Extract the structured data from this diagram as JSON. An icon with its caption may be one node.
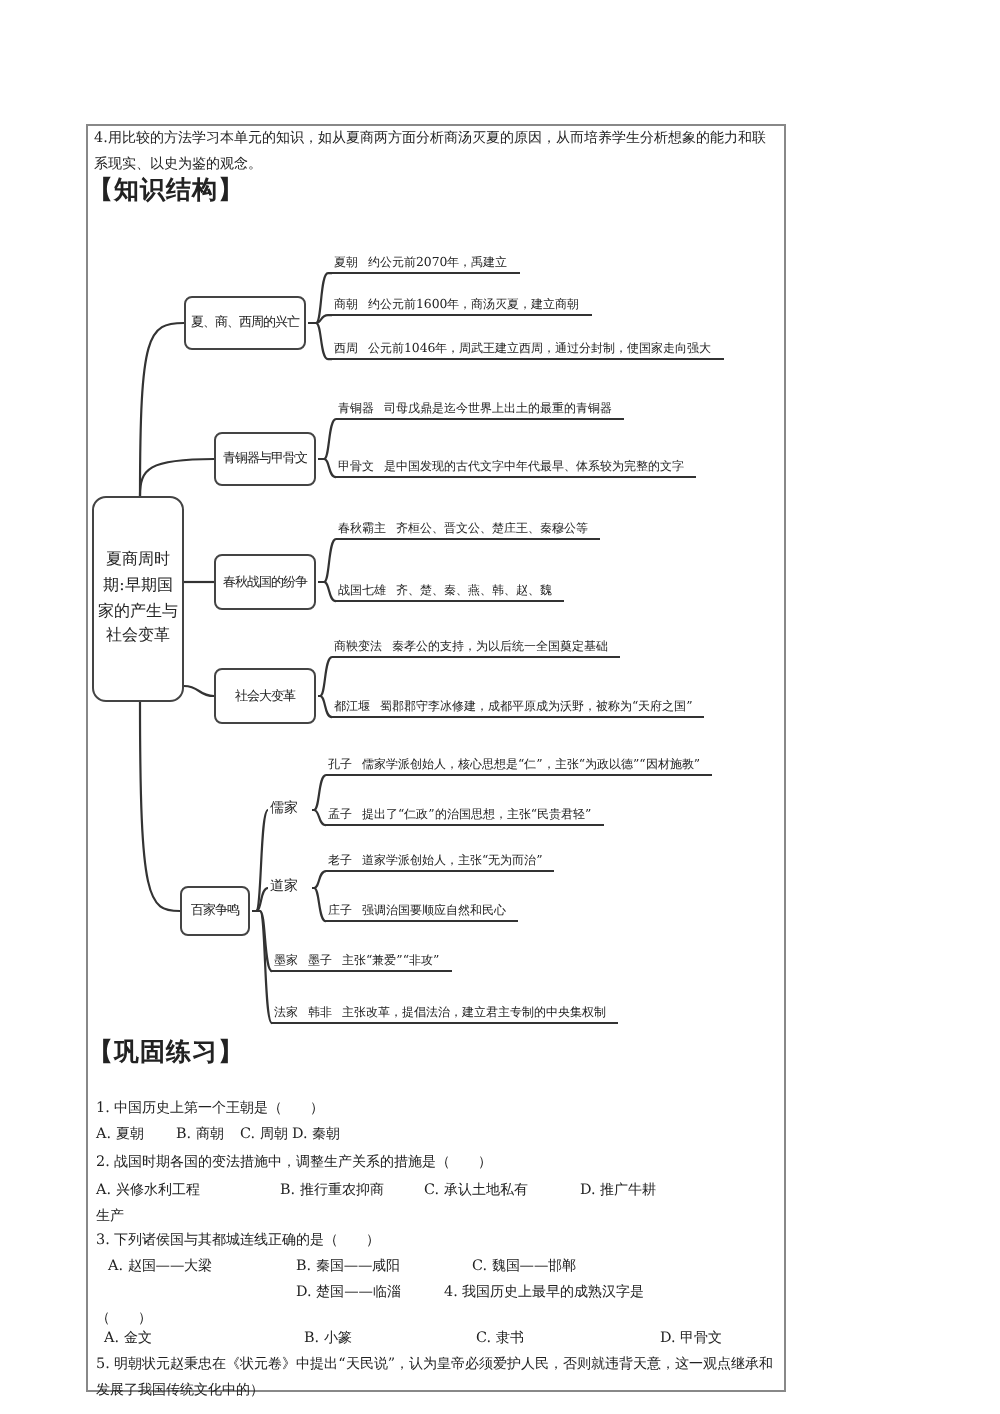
{
  "diagram": {
    "title": "【知识结构】",
    "nodes": [
      {
        "text": [
          "夏商周时期:早期国家的产生与社会变革"
        ]
      },
      {
        "text": [
          "夏、商、西周的兴亡"
        ]
      },
      {
        "text": [
          "青铜器与甲骨文"
        ]
      },
      {
        "text": [
          "春秋战国的纷争"
        ]
      },
      {
        "text": [
          "社会大变革"
        ]
      },
      {
        "text": [
          "百家争鸣"
        ]
      },
      {
        "text": [
          "夏朝",
          "约公元前2070年，禹建立"
        ]
      },
      {
        "text": [
          "商朝",
          "约公元前1600年，商汤灭夏，建立商朝"
        ]
      },
      {
        "text": [
          "西周",
          "公元前1046年，周武王建立西周，通过分封制，使国家走向强大"
        ]
      },
      {
        "text": [
          "青铜器",
          "司母戊鼎是迄今世界上出土的最重的青铜器"
        ]
      },
      {
        "text": [
          "甲骨文",
          "是中国发现的古代文字中年代最早、体系较为完整的文字"
        ]
      },
      {
        "text": [
          "春秋霸主",
          "齐桓公、晋文公、楚庄王、秦穆公等"
        ]
      },
      {
        "text": [
          "战国七雄",
          "齐、楚、秦、燕、韩、赵、魏"
        ]
      },
      {
        "text": [
          "商鞅变法",
          "秦孝公的支持，为以后统一全国奠定基础"
        ]
      },
      {
        "text": [
          "都江堰",
          "蜀郡郡守李冰修建，成都平原成为沃野，被称为“天府之国”"
        ]
      },
      {
        "text": [
          "儒家"
        ]
      },
      {
        "text": [
          "孔子",
          "儒家学派创始人，核心思想是“仁”，主张“为政以德”“因材施教”"
        ]
      },
      {
        "text": [
          "孟子",
          "提出了“仁政”的治国思想，主张“民贵君轻”"
        ]
      },
      {
        "text": [
          "道家"
        ]
      },
      {
        "text": [
          "老子",
          "道家学派创始人，主张“无为而治”"
        ]
      },
      {
        "text": [
          "庄子",
          "强调治国要顺应自然和民心"
        ]
      },
      {
        "text": [
          "墨家",
          "墨子",
          "主张“兼爱”“非攻”"
        ]
      },
      {
        "text": [
          "法家",
          "韩非",
          "主张改革，提倡法治，建立君主专制的中央集权制"
        ]
      }
    ],
    "edges": [
      {
        "from": 0,
        "to": 1,
        "arrow": "none"
      },
      {
        "from": 0,
        "to": 2,
        "arrow": "none"
      },
      {
        "from": 0,
        "to": 3,
        "arrow": "none"
      },
      {
        "from": 0,
        "to": 4,
        "arrow": "none"
      },
      {
        "from": 0,
        "to": 5,
        "arrow": "none"
      },
      {
        "from": 1,
        "to": 6,
        "arrow": "none"
      },
      {
        "from": 1,
        "to": 7,
        "arrow": "none"
      },
      {
        "from": 1,
        "to": 8,
        "arrow": "none"
      },
      {
        "from": 2,
        "to": 9,
        "arrow": "none"
      },
      {
        "from": 2,
        "to": 10,
        "arrow": "none"
      },
      {
        "from": 3,
        "to": 11,
        "arrow": "none"
      },
      {
        "from": 3,
        "to": 12,
        "arrow": "none"
      },
      {
        "from": 4,
        "to": 13,
        "arrow": "none"
      },
      {
        "from": 4,
        "to": 14,
        "arrow": "none"
      },
      {
        "from": 5,
        "to": 15,
        "arrow": "none"
      },
      {
        "from": 5,
        "to": 18,
        "arrow": "none"
      },
      {
        "from": 5,
        "to": 21,
        "arrow": "none"
      },
      {
        "from": 5,
        "to": 22,
        "arrow": "none"
      },
      {
        "from": 15,
        "to": 16,
        "arrow": "none"
      },
      {
        "from": 15,
        "to": 17,
        "arrow": "none"
      },
      {
        "from": 18,
        "to": 19,
        "arrow": "none"
      },
      {
        "from": 18,
        "to": 20,
        "arrow": "none"
      }
    ],
    "labels": [
      "4.用比较的方法学习本单元的知识，如从夏商两方面分析商汤灭夏的原因，从而培养学生分析想象的能力和联系现实、以史为鉴的观念。",
      "【巩固练习】",
      "1. 中国历史上第一个王朝是（　　）",
      "A. 夏朝",
      "B. 商朝",
      "C. 周朝",
      "D. 秦朝",
      "2. 战国时期各国的变法措施中，调整生产关系的措施是（　　）",
      "A. 兴修水利工程",
      "B. 推行重农抑商",
      "C. 承认土地私有",
      "D. 推广牛耕生产",
      "3. 下列诸侯国与其都城连线正确的是（　　）",
      "A. 赵国——大梁",
      "B. 秦国——咸阳",
      "C. 魏国——邯郸",
      "D. 楚国——临淄",
      "4. 我国历史上最早的成熟汉字是（　　）",
      "A. 金文",
      "B. 小篆",
      "C. 隶书",
      "D. 甲骨文",
      "5. 明朝状元赵秉忠在《状元卷》中提出“天民说”，认为皇帝必须爱护人民，否则就违背天意，这一观点继承和发展了我国传统文化中的）"
    ]
  }
}
